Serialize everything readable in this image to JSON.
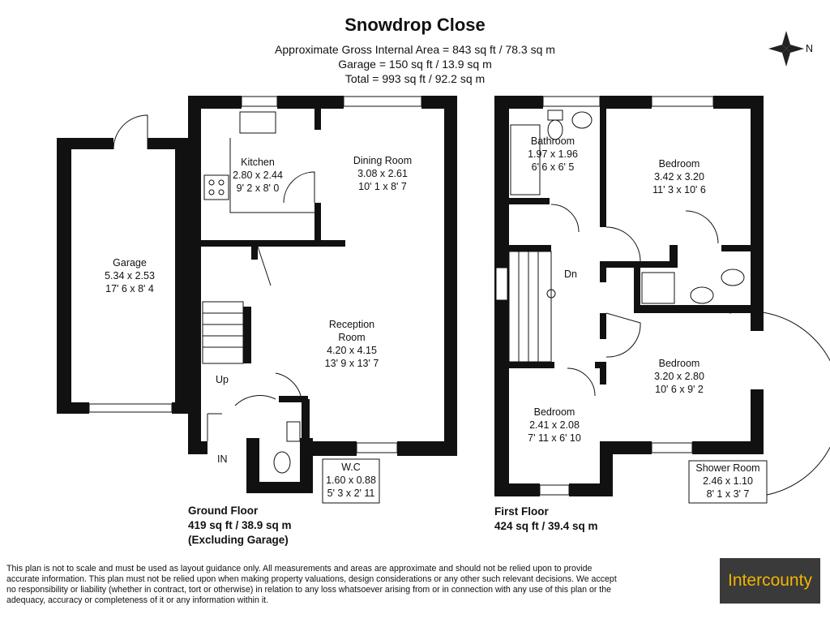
{
  "title": "Snowdrop Close",
  "areas": {
    "gross": "Approximate Gross Internal Area = 843 sq ft / 78.3 sq m",
    "garage": "Garage = 150 sq ft / 13.9 sq m",
    "total": "Total = 993 sq ft / 92.2 sq m"
  },
  "compass_label": "N",
  "ground_floor": {
    "name": "Ground Floor",
    "area": "419 sq ft / 38.9 sq m",
    "note": "(Excluding Garage)",
    "rooms": {
      "garage": {
        "name": "Garage",
        "metric": "5.34 x 2.53",
        "imperial": "17' 6 x 8' 4"
      },
      "kitchen": {
        "name": "Kitchen",
        "metric": "2.80 x 2.44",
        "imperial": "9' 2 x 8' 0"
      },
      "dining": {
        "name": "Dining Room",
        "metric": "3.08 x 2.61",
        "imperial": "10' 1 x 8' 7"
      },
      "reception": {
        "name": "Reception",
        "name2": "Room",
        "metric": "4.20 x 4.15",
        "imperial": "13' 9 x 13' 7"
      },
      "wc": {
        "name": "W.C",
        "metric": "1.60 x 0.88",
        "imperial": "5' 3 x 2' 11"
      }
    },
    "stairs_label": "Up",
    "entrance_label": "IN"
  },
  "first_floor": {
    "name": "First Floor",
    "area": "424 sq ft / 39.4 sq m",
    "rooms": {
      "bathroom": {
        "name": "Bathroom",
        "metric": "1.97 x 1.96",
        "imperial": "6' 6 x 6' 5"
      },
      "bedroom1": {
        "name": "Bedroom",
        "metric": "3.42 x 3.20",
        "imperial": "11' 3 x 10' 6"
      },
      "bedroom2": {
        "name": "Bedroom",
        "metric": "3.20 x 2.80",
        "imperial": "10' 6 x 9' 2"
      },
      "bedroom3": {
        "name": "Bedroom",
        "metric": "2.41 x 2.08",
        "imperial": "7' 11 x 6' 10"
      },
      "shower": {
        "name": "Shower Room",
        "metric": "2.46 x 1.10",
        "imperial": "8' 1 x 3' 7"
      }
    },
    "stairs_label": "Dn"
  },
  "disclaimer": "This plan is not to scale and must be used as layout guidance only. All measurements and areas are approximate and should not be relied upon to provide accurate information. This plan must not be relied upon when making property valuations, design considerations or any other such relevant decisions. We accept no responsibility or liability (whether in contract, tort or otherwise) in relation to any loss whatsoever arising from or in connection with any use of this plan or the adequacy, accuracy or completeness of it or any information within it.",
  "brand": "Intercounty",
  "colors": {
    "wall": "#111111",
    "logo_bg": "#3a3a3a",
    "logo_text": "#f2b400"
  }
}
